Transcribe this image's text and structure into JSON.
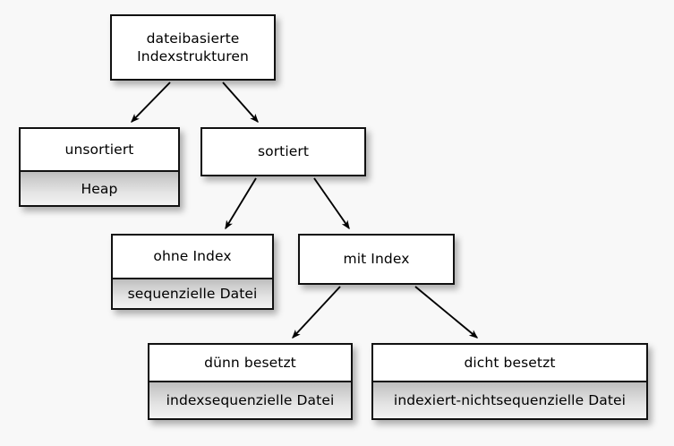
{
  "diagram": {
    "title": "dateibasierte Indexstrukturen",
    "background_color": "#f8f8f8",
    "border_color": "#111111",
    "node_fill": "#ffffff",
    "impl_fill_top": "#bdbdbd",
    "impl_fill_bottom": "#f2f2f2",
    "arrow_color": "#000000"
  },
  "nodes": {
    "root": {
      "label": "dateibasierte\nIndexstrukturen",
      "implementation": null
    },
    "unsortiert": {
      "label": "unsortiert",
      "implementation": "Heap"
    },
    "sortiert": {
      "label": "sortiert",
      "implementation": null
    },
    "ohne_index": {
      "label": "ohne Index",
      "implementation": "sequenzielle Datei"
    },
    "mit_index": {
      "label": "mit Index",
      "implementation": null
    },
    "duenn_besetzt": {
      "label": "dünn besetzt",
      "implementation": "indexsequenzielle Datei"
    },
    "dicht_besetzt": {
      "label": "dicht besetzt",
      "implementation": "indexiert-nichtsequenzielle Datei"
    }
  },
  "edges": [
    {
      "from": "root",
      "to": "unsortiert"
    },
    {
      "from": "root",
      "to": "sortiert"
    },
    {
      "from": "sortiert",
      "to": "ohne_index"
    },
    {
      "from": "sortiert",
      "to": "mit_index"
    },
    {
      "from": "mit_index",
      "to": "duenn_besetzt"
    },
    {
      "from": "mit_index",
      "to": "dicht_besetzt"
    }
  ]
}
